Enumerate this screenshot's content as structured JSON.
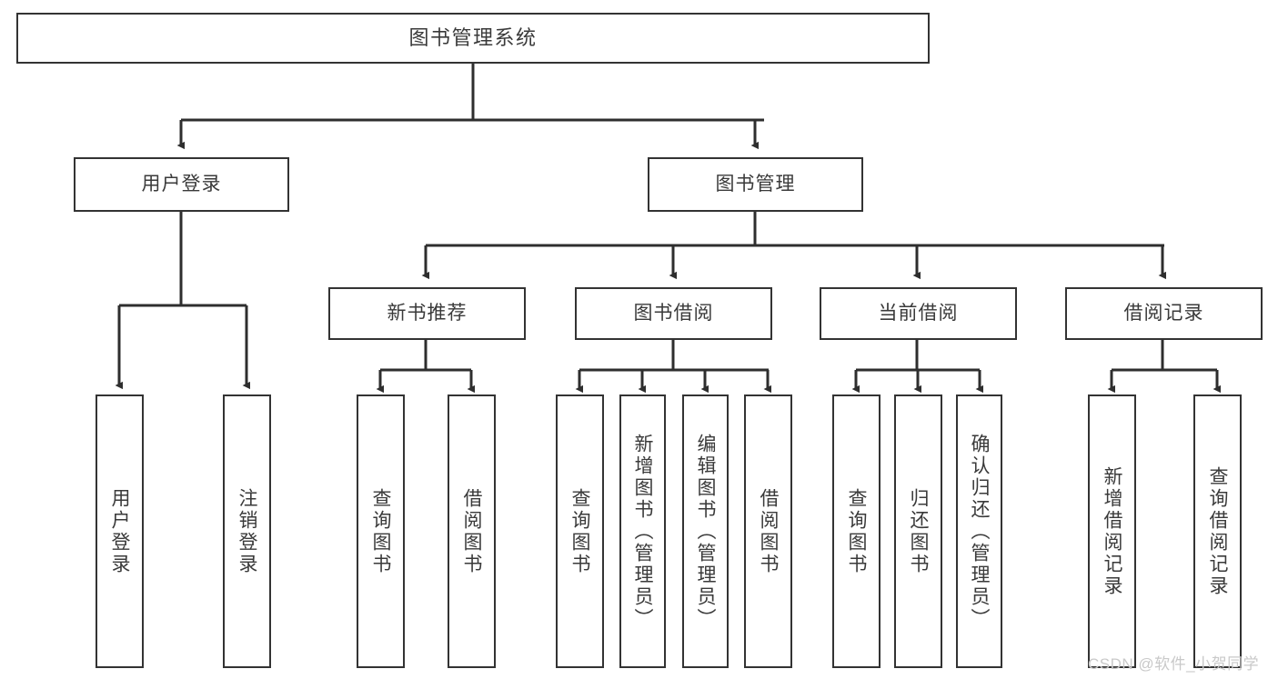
{
  "diagram": {
    "title": "图书管理系统",
    "type": "tree",
    "watermark": "CSDN @软件_小贺同学",
    "colors": {
      "border": "#333333",
      "text": "#3a3a3a",
      "background": "#ffffff",
      "edge": "#333333",
      "watermark": "#c9c9c9"
    },
    "levels": {
      "root": [
        "图书管理系统"
      ],
      "level2": [
        "用户登录",
        "图书管理"
      ],
      "level3": [
        "新书推荐",
        "图书借阅",
        "当前借阅",
        "借阅记录"
      ],
      "leaves": [
        "用户登录",
        "注销登录",
        "查询图书",
        "借阅图书",
        "查询图书",
        "新增图书（管理员）",
        "编辑图书（管理员）",
        "借阅图书",
        "查询图书",
        "归还图书",
        "确认归还（管理员）",
        "新增借阅记录",
        "查询借阅记录"
      ]
    },
    "nodes": {
      "root": {
        "label": "图书管理系统"
      },
      "user_login": {
        "label": "用户登录"
      },
      "book_manage": {
        "label": "图书管理"
      },
      "new_book_rec": {
        "label": "新书推荐"
      },
      "book_borrow": {
        "label": "图书借阅"
      },
      "current_borrow": {
        "label": "当前借阅"
      },
      "borrow_record": {
        "label": "借阅记录"
      },
      "leaf_user_login": {
        "label": "用户登录"
      },
      "leaf_logout": {
        "label": "注销登录"
      },
      "leaf_query_book_1": {
        "label": "查询图书"
      },
      "leaf_borrow_book_1": {
        "label": "借阅图书"
      },
      "leaf_query_book_2": {
        "label": "查询图书"
      },
      "leaf_add_book": {
        "label": "新增图书（管理员）"
      },
      "leaf_edit_book": {
        "label": "编辑图书（管理员）"
      },
      "leaf_borrow_book_2": {
        "label": "借阅图书"
      },
      "leaf_query_book_3": {
        "label": "查询图书"
      },
      "leaf_return_book": {
        "label": "归还图书"
      },
      "leaf_confirm_return": {
        "label": "确认归还（管理员）"
      },
      "leaf_add_record": {
        "label": "新增借阅记录"
      },
      "leaf_query_record": {
        "label": "查询借阅记录"
      }
    },
    "edges": [
      {
        "from": "root",
        "to": "user_login"
      },
      {
        "from": "root",
        "to": "book_manage"
      },
      {
        "from": "user_login",
        "to": "leaf_user_login"
      },
      {
        "from": "user_login",
        "to": "leaf_logout"
      },
      {
        "from": "book_manage",
        "to": "new_book_rec"
      },
      {
        "from": "book_manage",
        "to": "book_borrow"
      },
      {
        "from": "book_manage",
        "to": "current_borrow"
      },
      {
        "from": "book_manage",
        "to": "borrow_record"
      },
      {
        "from": "new_book_rec",
        "to": "leaf_query_book_1"
      },
      {
        "from": "new_book_rec",
        "to": "leaf_borrow_book_1"
      },
      {
        "from": "book_borrow",
        "to": "leaf_query_book_2"
      },
      {
        "from": "book_borrow",
        "to": "leaf_add_book"
      },
      {
        "from": "book_borrow",
        "to": "leaf_edit_book"
      },
      {
        "from": "book_borrow",
        "to": "leaf_borrow_book_2"
      },
      {
        "from": "current_borrow",
        "to": "leaf_query_book_3"
      },
      {
        "from": "current_borrow",
        "to": "leaf_return_book"
      },
      {
        "from": "current_borrow",
        "to": "leaf_confirm_return"
      },
      {
        "from": "borrow_record",
        "to": "leaf_add_record"
      },
      {
        "from": "borrow_record",
        "to": "leaf_query_record"
      }
    ]
  }
}
